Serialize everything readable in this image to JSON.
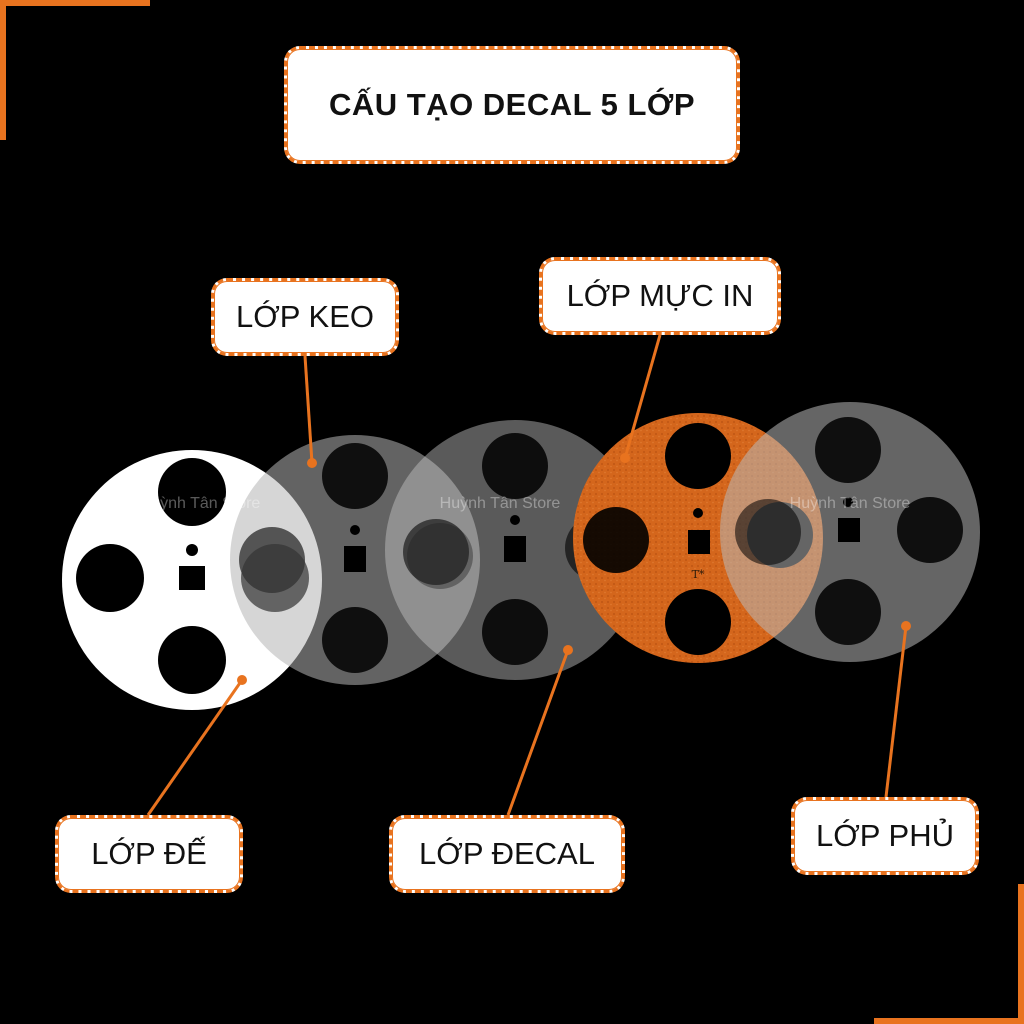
{
  "title": "CẤU TẠO DECAL 5 LỚP",
  "watermark": "Huỳnh Tân Store",
  "layers": {
    "keo": "LỚP KEO",
    "muc_in": "LỚP MỰC IN",
    "de": "LỚP ĐẾ",
    "decal": "LỚP ĐECAL",
    "phu": "LỚP PHỦ"
  },
  "disc_mark": "T*",
  "colors": {
    "background": "#000000",
    "accent": "#e8731f",
    "leather": "#d4661c",
    "base_white": "#ffffff",
    "grey_layer": "#8c8c8c"
  }
}
